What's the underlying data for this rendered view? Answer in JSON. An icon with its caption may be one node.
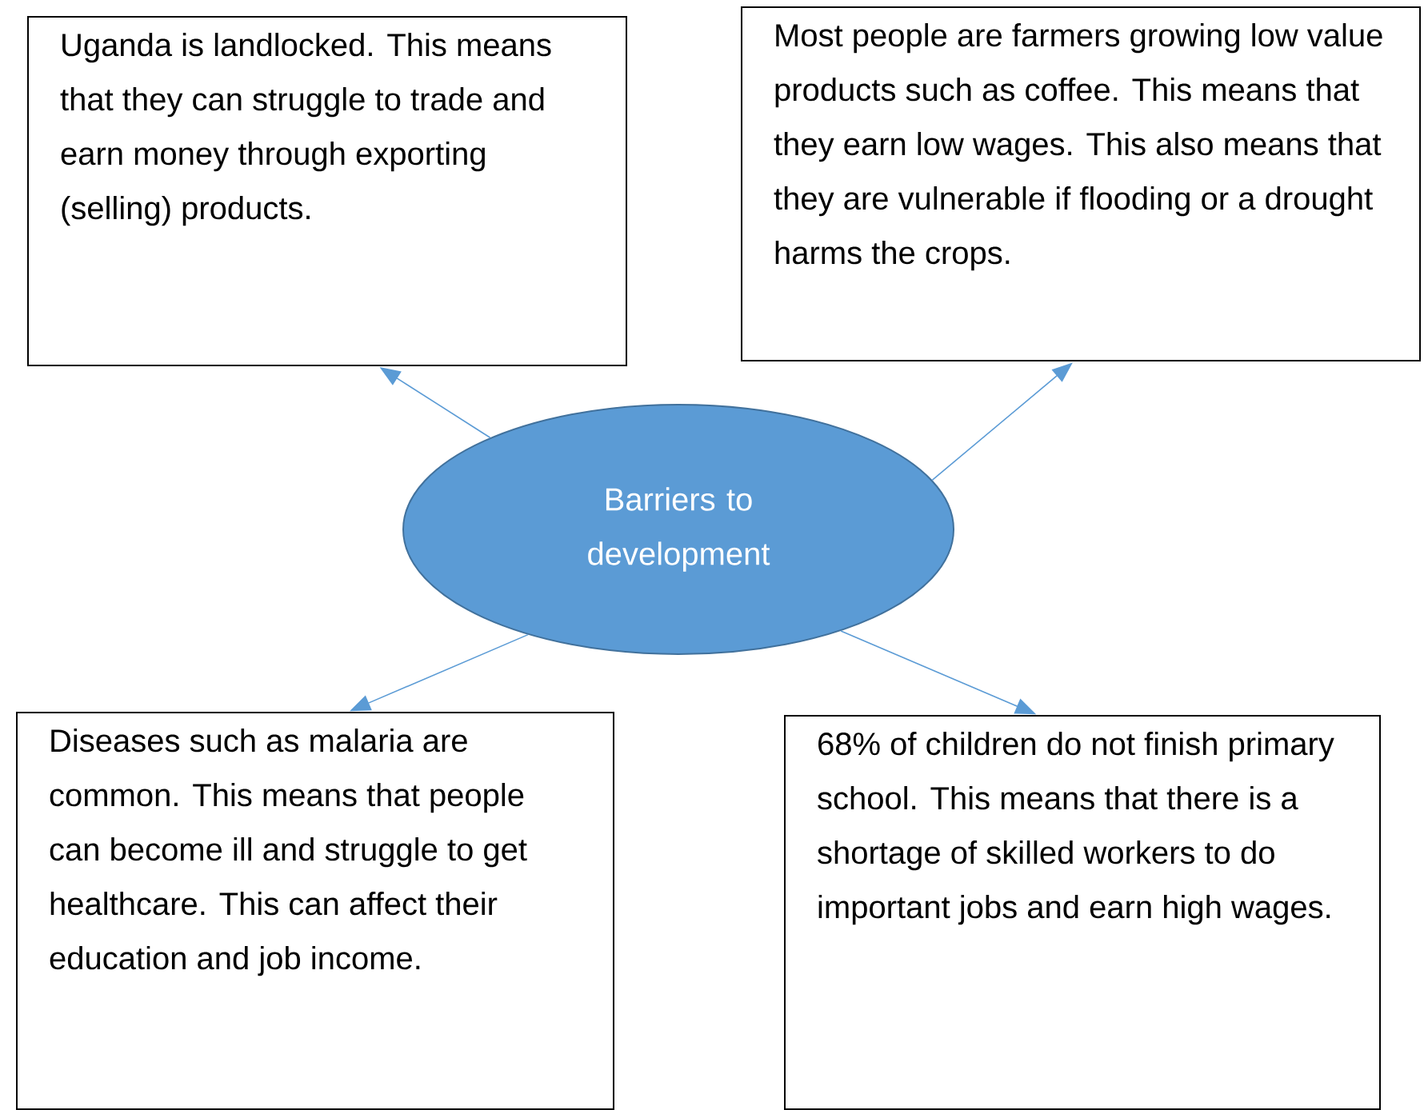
{
  "diagram": {
    "nodes": [
      {
        "text": [
          "Barriers to development"
        ]
      },
      {
        "text": [
          "Uganda is landlocked.  This means that they can struggle to trade and earn money through exporting (selling) products."
        ]
      },
      {
        "text": [
          "Most people are farmers growing low value products such as coffee.  This means that they earn low wages.  This also means that they are vulnerable if flooding or a drought harms the crops."
        ]
      },
      {
        "text": [
          "Diseases such as malaria are common.  This means that people can become ill and struggle to get healthcare.  This can affect their education and job income."
        ]
      },
      {
        "text": [
          "68% of children do not finish primary school.  This means that there is a shortage of skilled workers to do important jobs and earn high wages."
        ]
      }
    ],
    "edges": [
      {
        "from": 0,
        "to": 1,
        "arrow": "to"
      },
      {
        "from": 0,
        "to": 2,
        "arrow": "to"
      },
      {
        "from": 0,
        "to": 3,
        "arrow": "to"
      },
      {
        "from": 0,
        "to": 4,
        "arrow": "to"
      }
    ]
  }
}
